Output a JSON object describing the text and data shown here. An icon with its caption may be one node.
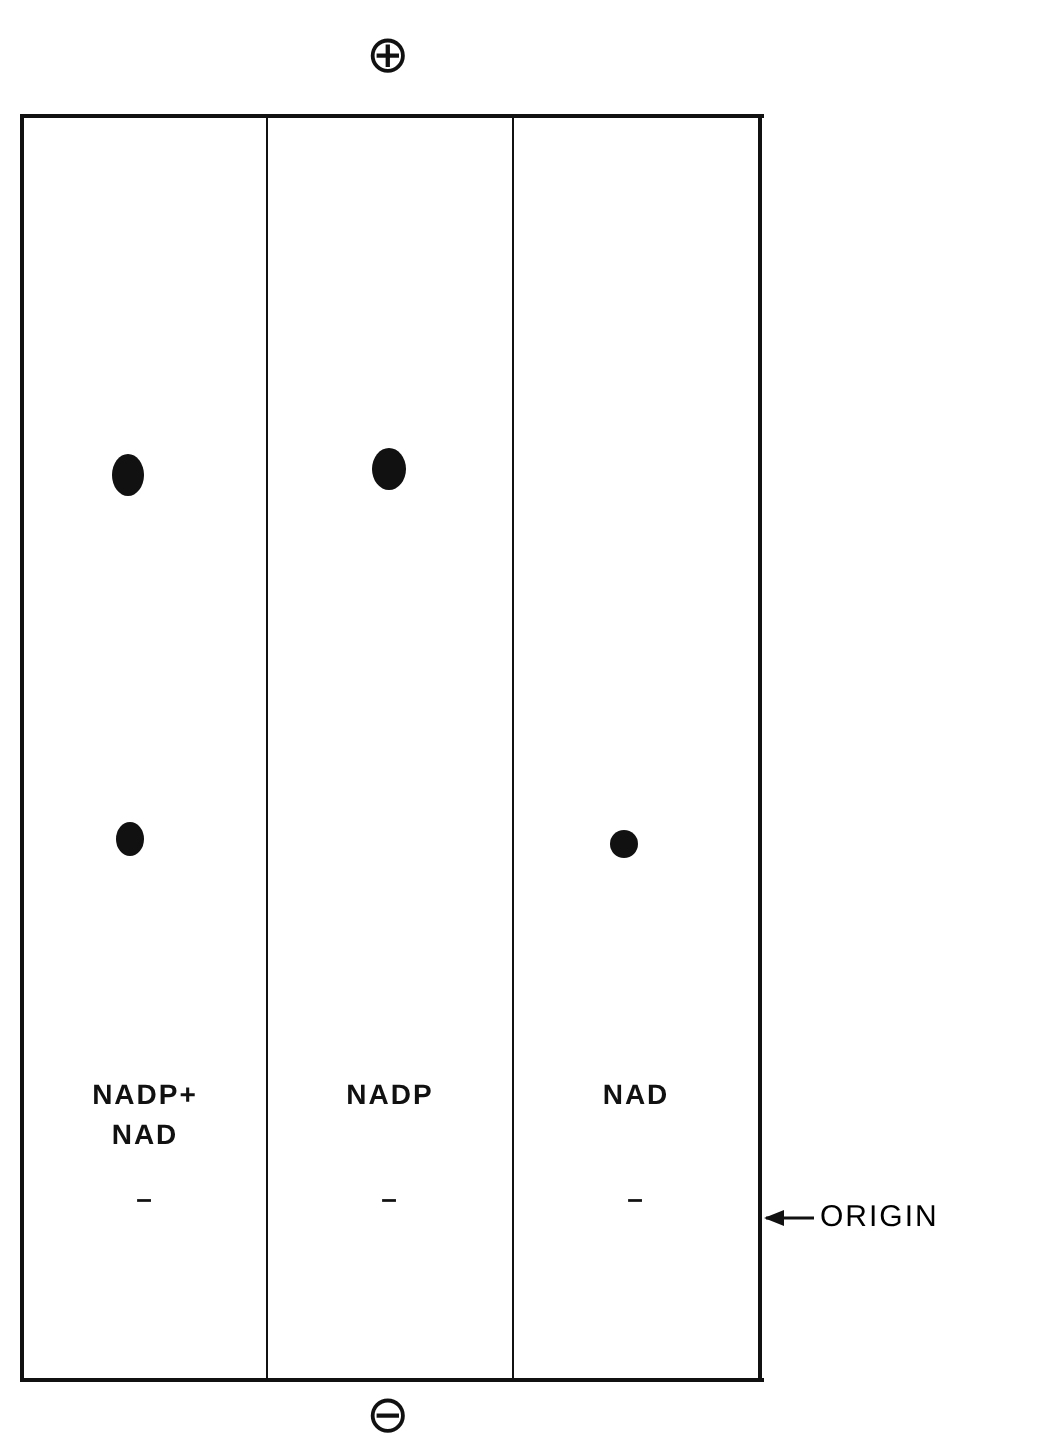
{
  "diagram": {
    "nodes": [
      {
        "text": [],
        "shape": "box"
      },
      {
        "text": [
          "NADP+ NAD",
          "–"
        ],
        "in": 0
      },
      {
        "text": [
          "NADP",
          "–"
        ],
        "in": 0
      },
      {
        "text": [
          "NAD",
          "–"
        ],
        "in": 0
      },
      {
        "text": [
          "ORIGIN"
        ]
      }
    ],
    "edges": [
      {
        "from": 4,
        "to": 0,
        "arrow": "to"
      }
    ],
    "labels": [
      "⊕",
      "⊖"
    ]
  }
}
